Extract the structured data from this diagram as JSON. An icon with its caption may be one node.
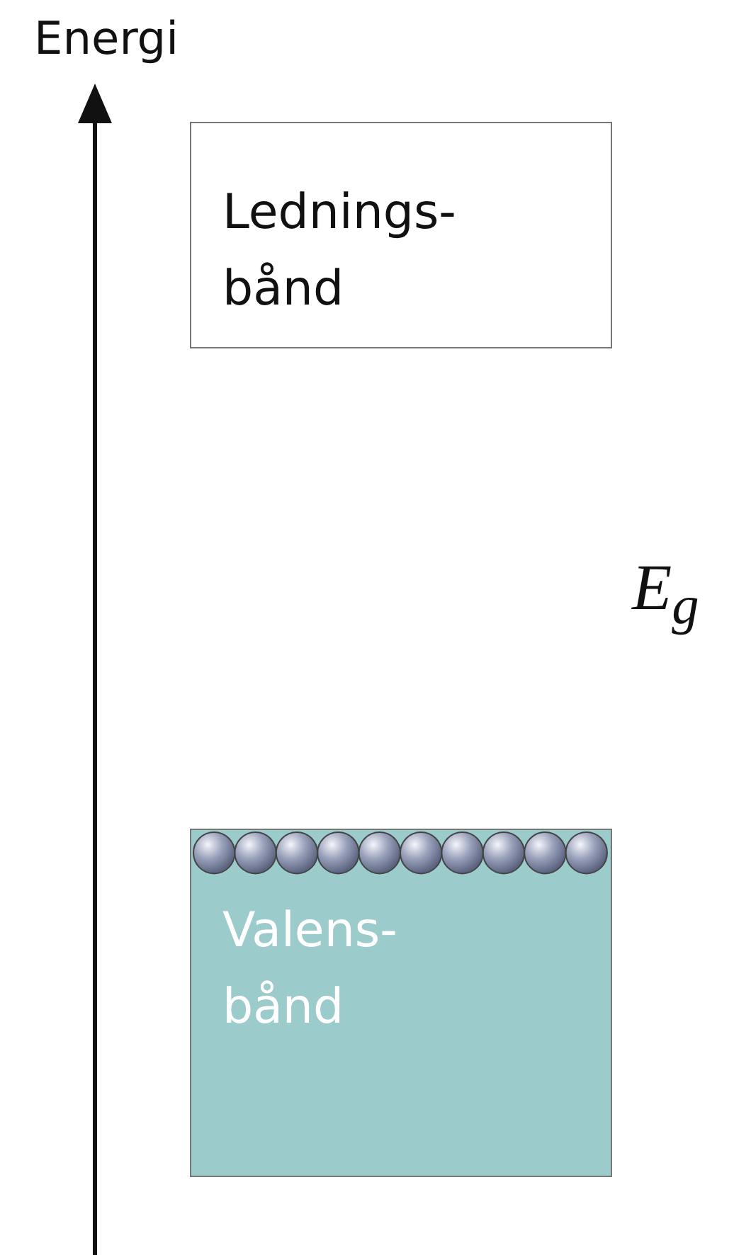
{
  "diagram": {
    "nodes": [
      {
        "text": [
          "Lednings- bånd"
        ]
      },
      {
        "text": [
          "Valens- bånd"
        ]
      }
    ],
    "labels": [
      "Energi",
      "E$_{g}$"
    ]
  }
}
